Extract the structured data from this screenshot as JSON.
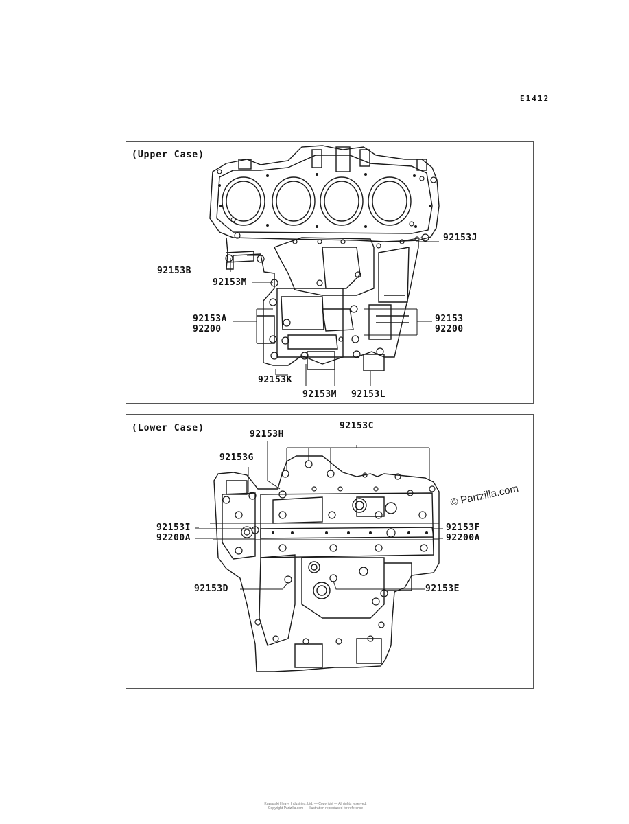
{
  "page_ref": "E1412",
  "upper": {
    "title": "(Upper Case)",
    "labels": {
      "j": "92153J",
      "b": "92153B",
      "m1": "92153M",
      "a": "92153A",
      "a2": "92200",
      "base": "92153",
      "base2": "92200",
      "k": "92153K",
      "m2": "92153M",
      "l": "92153L"
    }
  },
  "lower": {
    "title": "(Lower Case)",
    "labels": {
      "h": "92153H",
      "c": "92153C",
      "g": "92153G",
      "i": "92153I",
      "i2": "92200A",
      "f": "92153F",
      "f2": "92200A",
      "d": "92153D",
      "e": "92153E"
    }
  },
  "watermark": "© Partzilla.com",
  "footer": {
    "line1": "Kawasaki Heavy Industries, Ltd. — Copyright — All rights reserved.",
    "line2": "Copyright Partzilla.com — Illustration reproduced for reference"
  }
}
